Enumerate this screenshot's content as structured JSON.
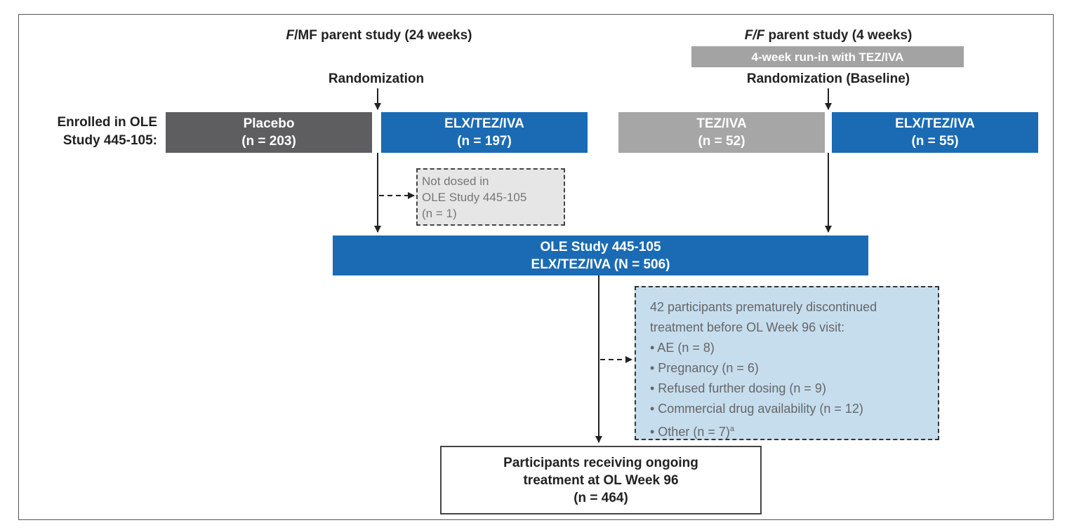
{
  "headers": {
    "fmf_italic": "F",
    "fmf_rest": "/MF parent study (24 weeks)",
    "ff_italic": "F/F",
    "ff_rest": " parent study (4 weeks)",
    "runin": "4-week run-in with TEZ/IVA",
    "randomization_left": "Randomization",
    "randomization_right": "Randomization (Baseline)"
  },
  "enrolled": {
    "line1": "Enrolled in OLE",
    "line2": "Study 445-105:"
  },
  "arms": {
    "placebo": {
      "name": "Placebo",
      "n": "(n = 203)"
    },
    "elx_left": {
      "name": "ELX/TEZ/IVA",
      "n": "(n = 197)"
    },
    "tez": {
      "name": "TEZ/IVA",
      "n": "(n = 52)"
    },
    "elx_right": {
      "name": "ELX/TEZ/IVA",
      "n": "(n = 55)"
    }
  },
  "not_dosed": {
    "line1": "Not dosed in",
    "line2": "OLE Study 445-105",
    "line3": "(n = 1)"
  },
  "ole": {
    "line1": "OLE Study 445-105",
    "line2": "ELX/TEZ/IVA (N = 506)"
  },
  "discontinued": {
    "line1": "42 participants prematurely discontinued",
    "line2": "treatment before OL Week 96 visit:",
    "items": [
      "• AE (n = 8)",
      "• Pregnancy (n = 6)",
      "• Refused further dosing (n = 9)",
      "• Commercial drug availability (n = 12)",
      "• Other (n = 7)"
    ],
    "footnote_marker": "a"
  },
  "final": {
    "line1": "Participants receiving ongoing",
    "line2": "treatment at OL Week 96",
    "line3": "(n = 464)"
  },
  "colors": {
    "placebo": "#5e5e60",
    "elx_blue": "#1a6bb3",
    "tez_grey": "#a6a6a6",
    "discontinued_fill": "#c6ddee",
    "not_dosed_fill": "#e6e6e6"
  }
}
